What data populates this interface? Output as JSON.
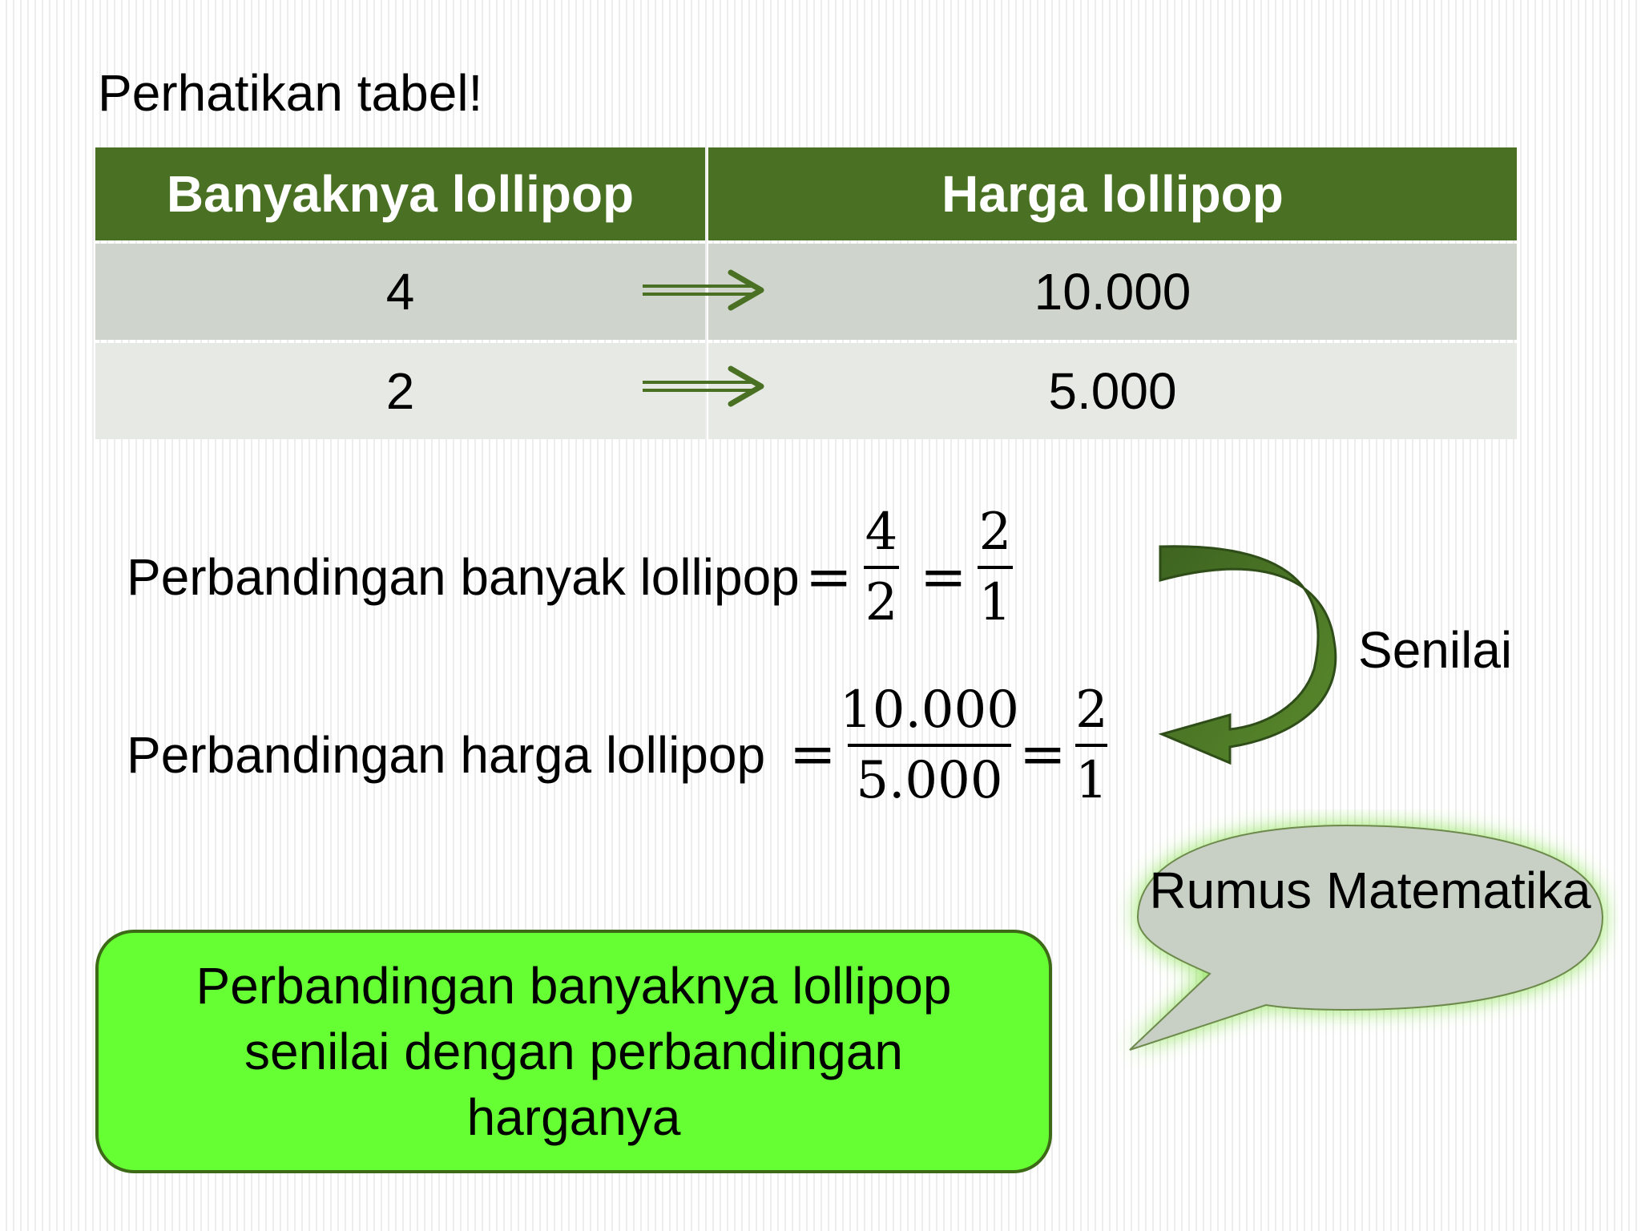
{
  "title": "Perhatikan tabel!",
  "table": {
    "headers": [
      "Banyaknya lollipop",
      "Harga lollipop"
    ],
    "rows": [
      [
        "4",
        "10.000"
      ],
      [
        "2",
        "5.000"
      ]
    ]
  },
  "ratios": {
    "lollipop": {
      "label": "Perbandingan banyak lollipop",
      "equals": "=",
      "frac1": {
        "num": "4",
        "den": "2"
      },
      "equals2": "=",
      "frac2": {
        "num": "2",
        "den": "1"
      }
    },
    "price": {
      "label": "Perbandingan harga lollipop",
      "equals": "=",
      "frac1": {
        "num": "10.000",
        "den": "5.000"
      },
      "equals2": "=",
      "frac2": {
        "num": "2",
        "den": "1"
      }
    }
  },
  "senilai": "Senilai",
  "bubble_text": "Rumus Matematika",
  "note": "Perbandingan banyaknya lollipop senilai dengan perbandingan harganya",
  "colors": {
    "header_green": "#4a7123",
    "row1": "#cfd4cc",
    "row2": "#e7e9e5",
    "note_green": "#66ff33",
    "arrow_green": "#4a7123",
    "bubble_fill": "#c8cfc4"
  },
  "icons": [
    "right-arrow-icon",
    "curved-arrow-icon",
    "speech-bubble-icon"
  ]
}
